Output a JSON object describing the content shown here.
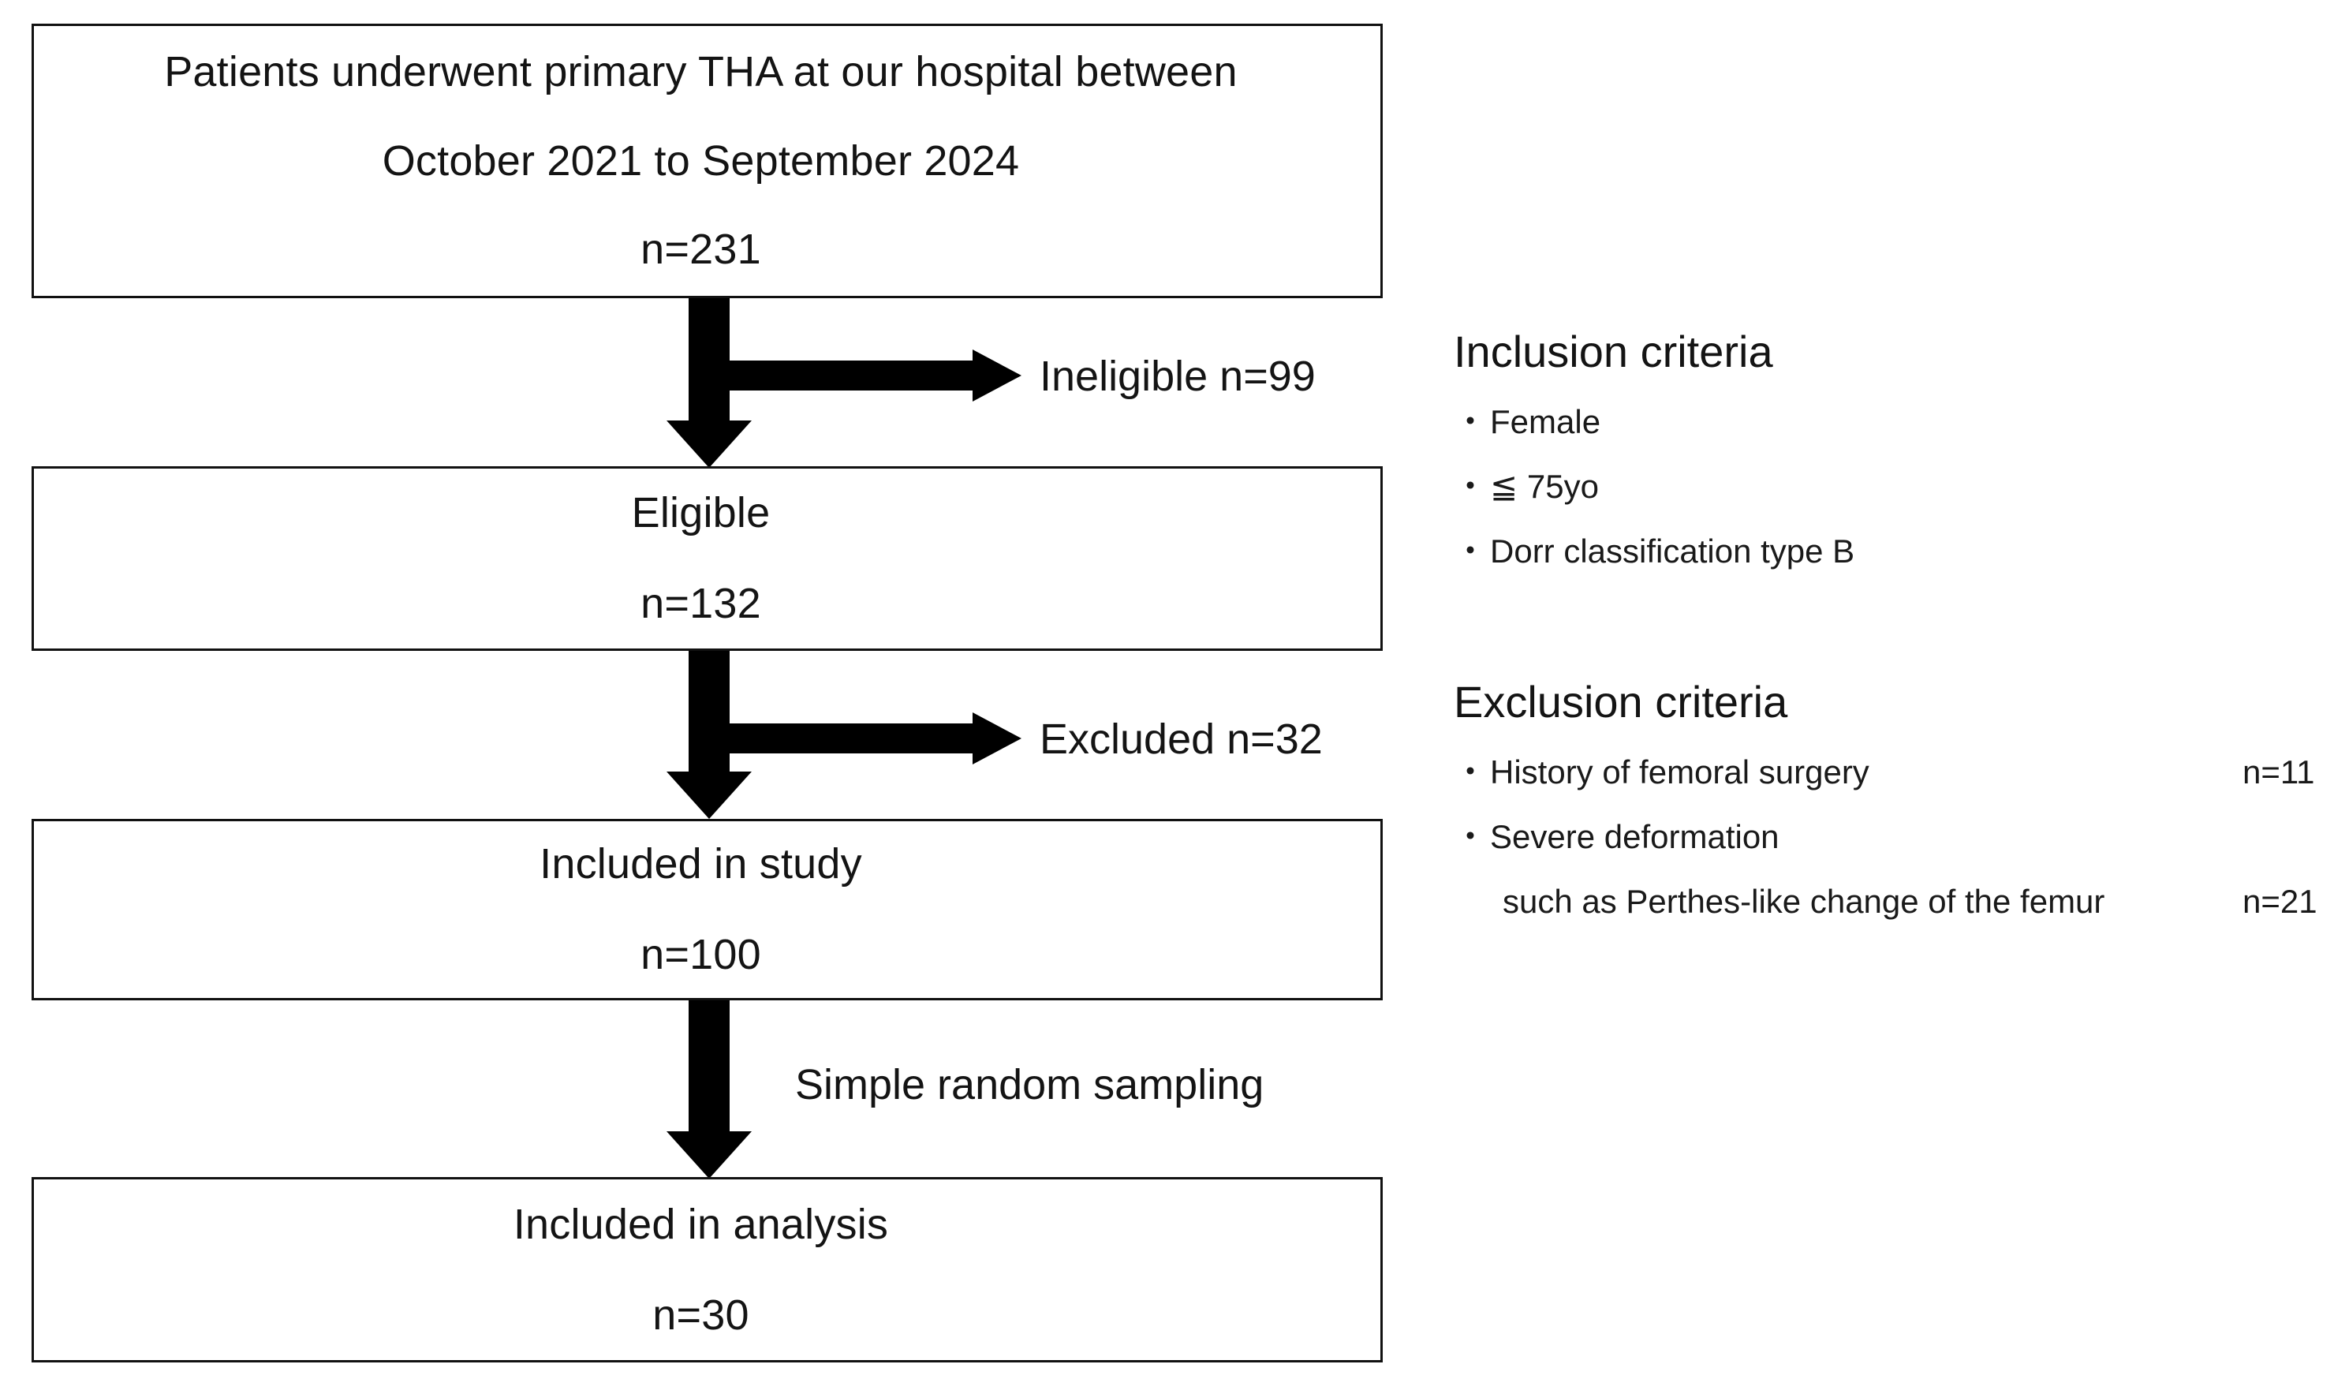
{
  "diagram": {
    "type": "study-flow-diagram",
    "boxes": [
      {
        "id": "enrolled",
        "lines": [
          "Patients underwent primary THA at our hospital between",
          "October 2021 to September 2024",
          "n=231"
        ],
        "n": 231
      },
      {
        "id": "eligible",
        "lines": [
          "Eligible",
          "n=132"
        ],
        "n": 132
      },
      {
        "id": "included-in-study",
        "lines": [
          "Included in study",
          "n=100"
        ],
        "n": 100
      },
      {
        "id": "included-in-analysis",
        "lines": [
          "Included in analysis",
          "n=30"
        ],
        "n": 30
      }
    ],
    "edge_labels": [
      {
        "id": "ineligible",
        "text": "Ineligible n=99",
        "n": 99
      },
      {
        "id": "excluded",
        "text": "Excluded n=32",
        "n": 32
      },
      {
        "id": "sampling",
        "text": "Simple random sampling"
      }
    ]
  },
  "inclusion": {
    "heading": "Inclusion criteria",
    "bullet": "・",
    "items": [
      {
        "text": "Female",
        "count": ""
      },
      {
        "text": "≦ 75yo",
        "count": ""
      },
      {
        "text": "Dorr classification type B",
        "count": ""
      }
    ]
  },
  "exclusion": {
    "heading": "Exclusion criteria",
    "bullet": "・",
    "items": [
      {
        "text": "History of femoral surgery",
        "count": "n=11"
      },
      {
        "text": "Severe deformation",
        "count": ""
      },
      {
        "text": "such as Perthes-like change of the femur",
        "count": "n=21"
      }
    ]
  },
  "colors": {
    "ink": "#141414",
    "stroke": "#111111",
    "background": "#ffffff"
  }
}
